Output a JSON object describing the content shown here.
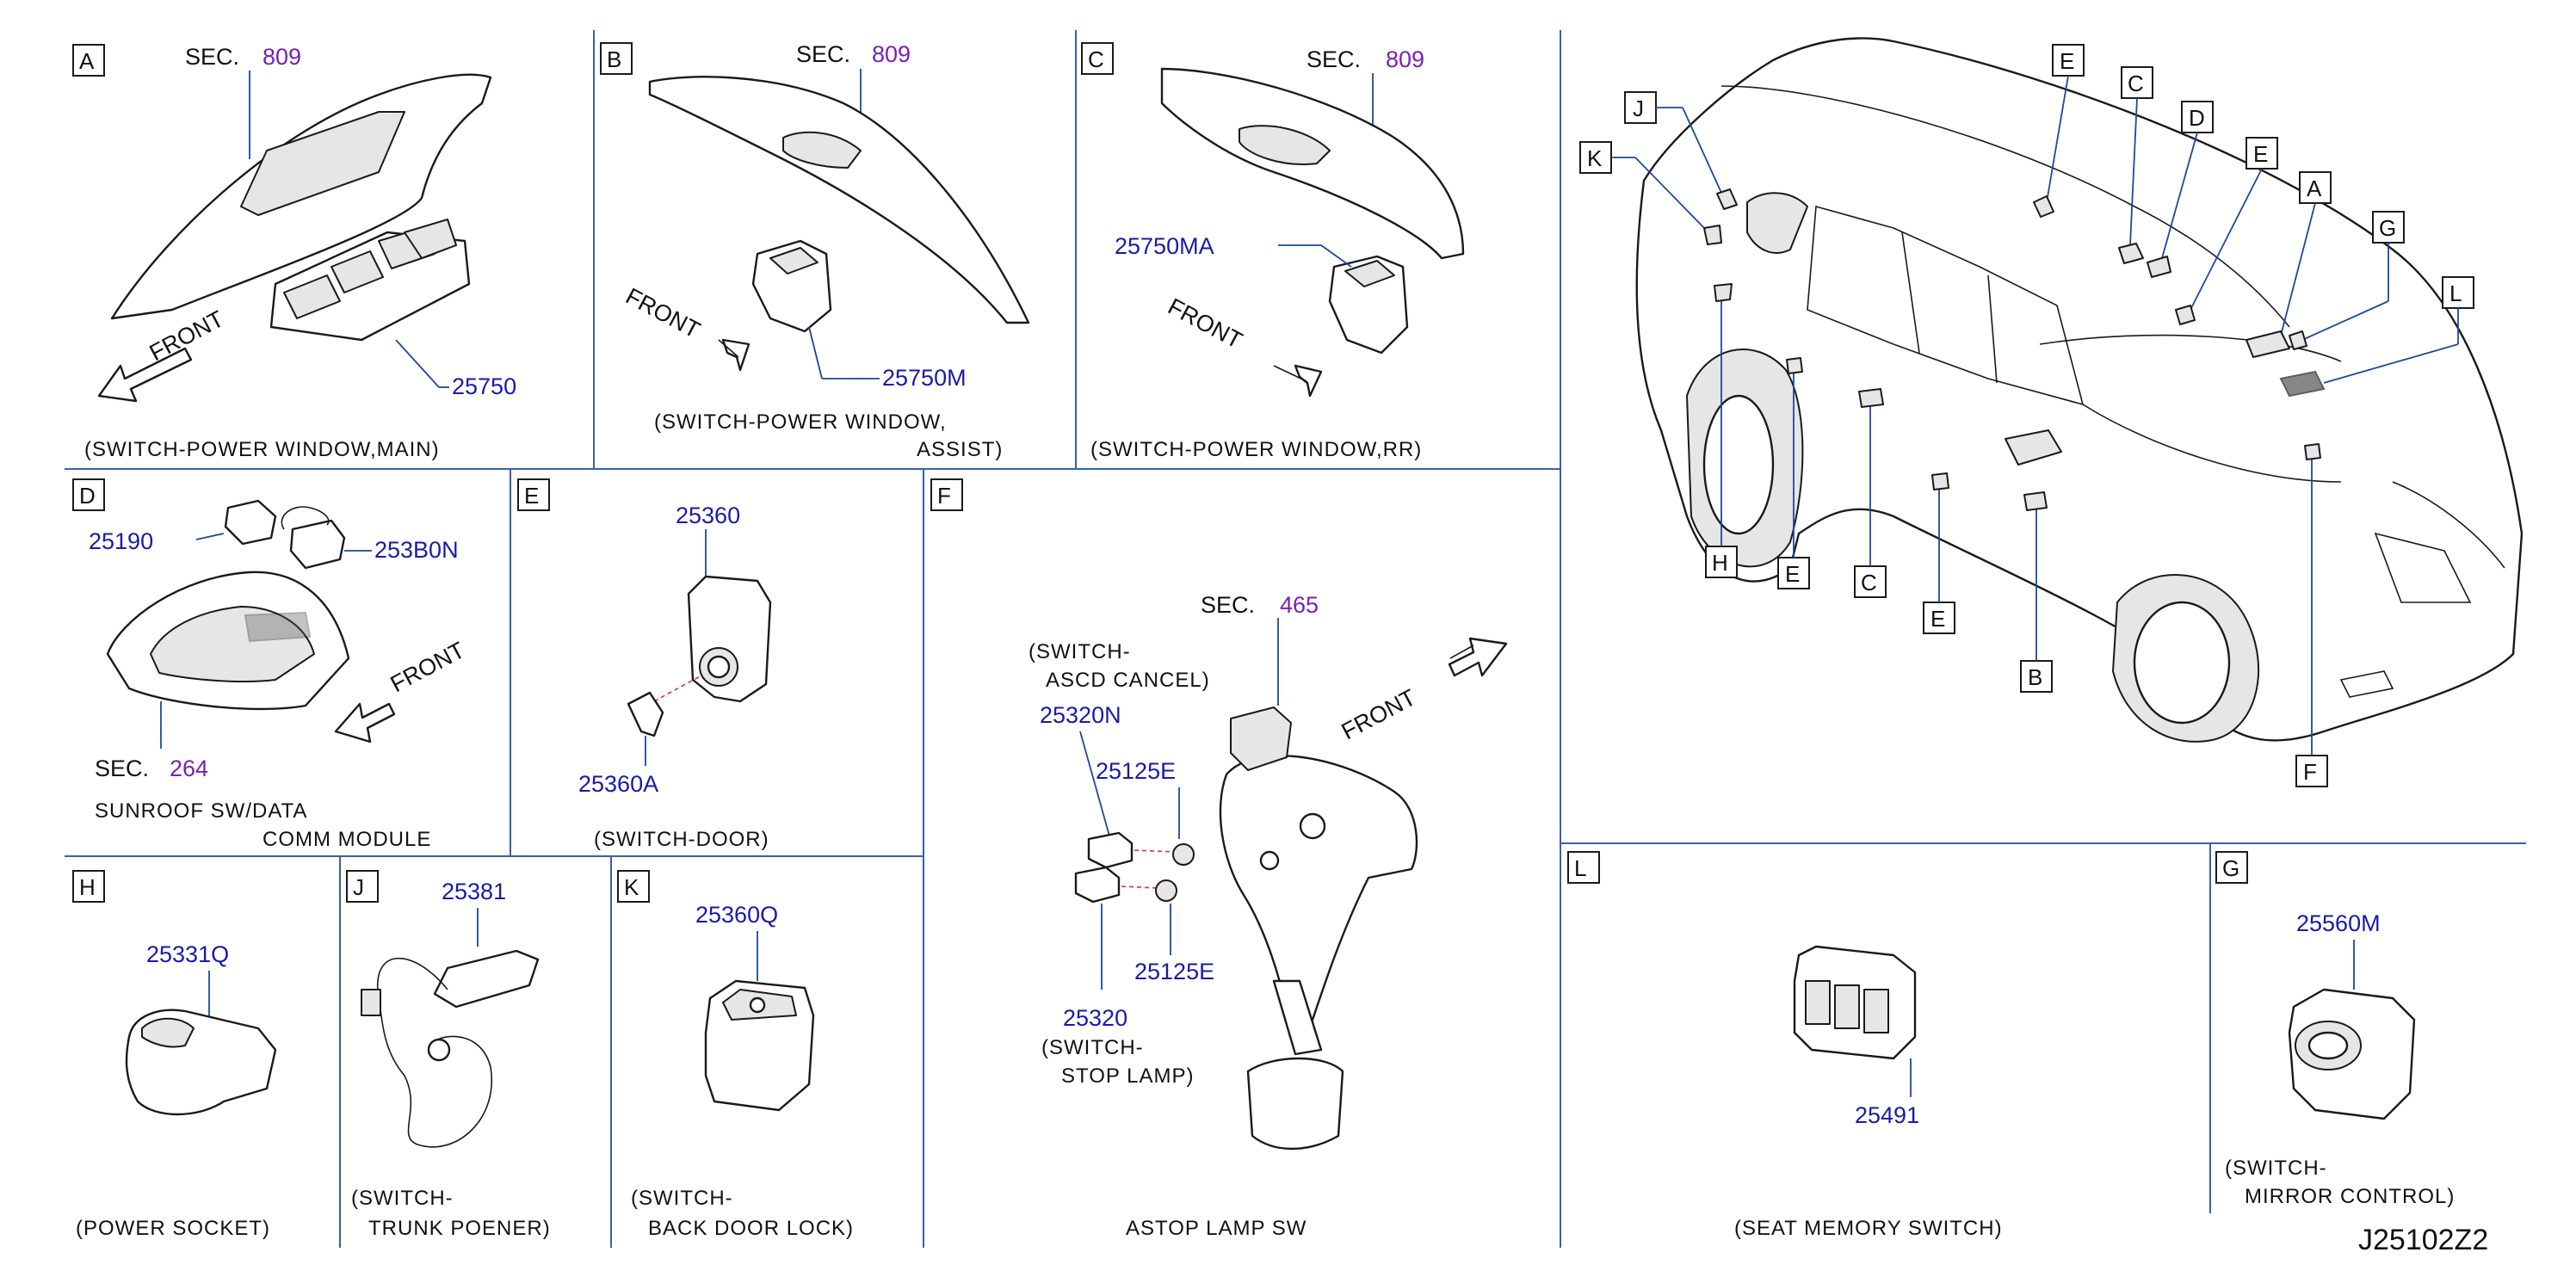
{
  "sections": {
    "A": {
      "letter": "A",
      "sec_label": "SEC.",
      "sec_num": "809",
      "parts": [
        "25750"
      ],
      "front": "FRONT",
      "caption": "(SWITCH-POWER   WINDOW,MAIN)"
    },
    "B": {
      "letter": "B",
      "sec_label": "SEC.",
      "sec_num": "809",
      "parts": [
        "25750M"
      ],
      "front": "FRONT",
      "caption_1": "(SWITCH-POWER   WINDOW,",
      "caption_2": "ASSIST)"
    },
    "C": {
      "letter": "C",
      "sec_label": "SEC.",
      "sec_num": "809",
      "parts": [
        "25750MA"
      ],
      "front": "FRONT",
      "caption": "(SWITCH-POWER   WINDOW,RR)"
    },
    "D": {
      "letter": "D",
      "sec_label": "SEC.",
      "sec_num": "264",
      "parts": [
        "25190",
        "253B0N"
      ],
      "front": "FRONT",
      "caption_1": "SUNROOF   SW/DATA",
      "caption_2": "COMM    MODULE"
    },
    "E": {
      "letter": "E",
      "parts": [
        "25360",
        "25360A"
      ],
      "caption": "(SWITCH-DOOR)"
    },
    "F": {
      "letter": "F",
      "sec_label": "SEC.",
      "sec_num": "465",
      "parts": [
        "25320N",
        "25125E",
        "25125E",
        "25320"
      ],
      "front": "FRONT",
      "note_1a": "(SWITCH-",
      "note_1b": "ASCD   CANCEL)",
      "note_2a": "(SWITCH-",
      "note_2b": "STOP   LAMP)",
      "caption": "ASTOP   LAMP   SW"
    },
    "H": {
      "letter": "H",
      "parts": [
        "25331Q"
      ],
      "caption": "(POWER   SOCKET)"
    },
    "J": {
      "letter": "J",
      "parts": [
        "25381"
      ],
      "caption_1": "(SWITCH-",
      "caption_2": "TRUNK   POENER)"
    },
    "K": {
      "letter": "K",
      "parts": [
        "25360Q"
      ],
      "caption_1": "(SWITCH-",
      "caption_2": "BACK   DOOR   LOCK)"
    },
    "L": {
      "letter": "L",
      "parts": [
        "25491"
      ],
      "caption": "(SEAT   MEMORY   SWITCH)"
    },
    "G": {
      "letter": "G",
      "parts": [
        "25560M"
      ],
      "caption_1": "(SWITCH-",
      "caption_2": "MIRROR   CONTROL)"
    }
  },
  "vehicle_callouts": {
    "J": "J",
    "K": "K",
    "E1": "E",
    "C1": "C",
    "D": "D",
    "E2": "E",
    "A": "A",
    "G": "G",
    "L": "L",
    "H": "H",
    "E3": "E",
    "C2": "C",
    "E4": "E",
    "B": "B",
    "F": "F"
  },
  "diagram_code": "J25102Z2",
  "colors": {
    "part_number": "#1a1aa8",
    "section_number": "#7a1fb5",
    "divider": "#3a5fa8",
    "ink": "#1a1a1a"
  }
}
